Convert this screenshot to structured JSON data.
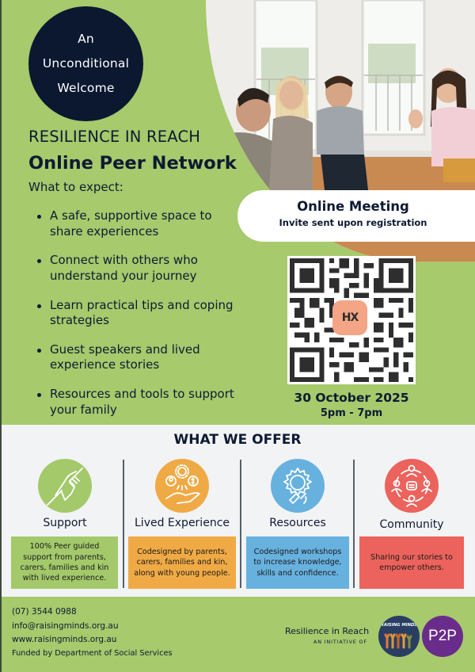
{
  "hero": {
    "badge_lines": [
      "An",
      "Unconditional",
      "Welcome"
    ],
    "kicker": "RESILIENCE IN REACH",
    "title": "Online Peer Network",
    "expect_heading": "What to expect:",
    "bullets": [
      "A safe, supportive space to share experiences",
      "Connect with others who understand your journey",
      "Learn practical tips and coping strategies",
      "Guest speakers and lived experience stories",
      "Resources and tools to support your family"
    ],
    "photo_alt": "Group of adults sitting in a circle talking and smiling"
  },
  "meeting": {
    "title": "Online Meeting",
    "subtitle": "Invite sent upon registration",
    "qr_logo_text": "HX",
    "date": "30 October 2025",
    "time": "5pm - 7pm"
  },
  "offer": {
    "heading": "WHAT WE OFFER",
    "cards": [
      {
        "label": "Support",
        "icon": "handshake-icon",
        "color": "#a3c96b",
        "text": "100% Peer guided support from parents, carers, families and kin with lived experience."
      },
      {
        "label": "Lived Experience",
        "icon": "hand-people-gear-icon",
        "color": "#f0aa45",
        "text": "Codesigned by parents, carers, families and kin, along with young people."
      },
      {
        "label": "Resources",
        "icon": "gear-tools-icon",
        "color": "#67b1df",
        "text": "Codesigned workshops to increase knowledge, skills and confidence."
      },
      {
        "label": "Community",
        "icon": "community-people-icon",
        "color": "#eb635c",
        "text": "Sharing our stories to empower others."
      }
    ]
  },
  "footer": {
    "phone": "(07) 3544 0988",
    "email": "info@raisingminds.org.au",
    "website": "www.raisingminds.org.au",
    "funding": "Funded by Department of Social Services",
    "brand": "Resilience in Reach",
    "initiative": "AN INITIATIVE OF",
    "logo_raising_minds": "RAISING MINDS",
    "logo_p2p": "P2P"
  },
  "colors": {
    "green": "#a6ca6c",
    "navy": "#0b1830",
    "offer_bg": "#f2f3f5"
  }
}
